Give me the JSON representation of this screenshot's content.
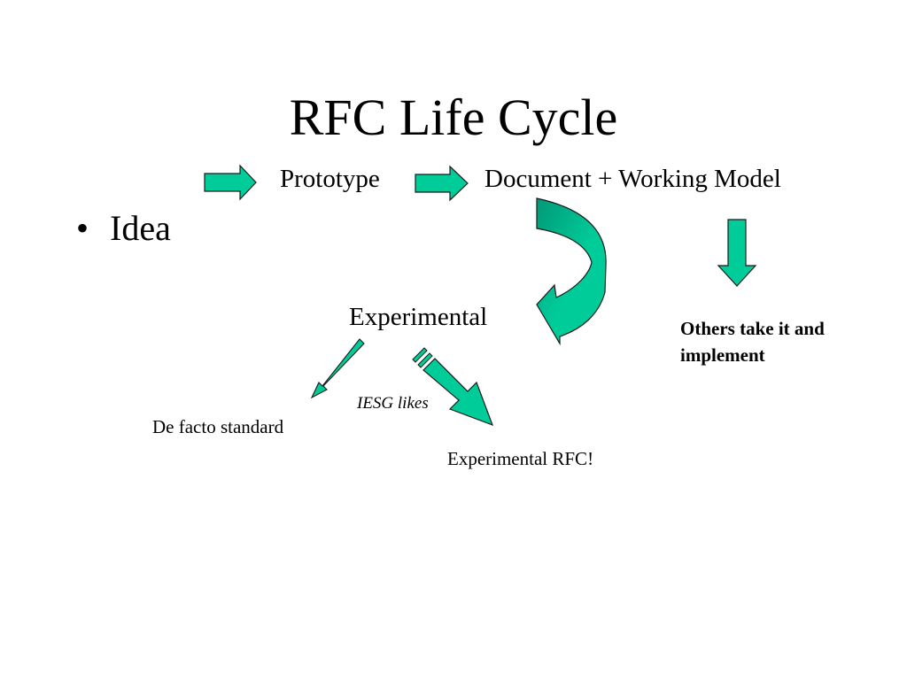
{
  "slide": {
    "title": "RFC Life Cycle",
    "bullet_symbol": "•",
    "bullet_text": "Idea"
  },
  "diagram": {
    "prototype": "Prototype",
    "document_model": "Document + Working Model",
    "experimental": "Experimental",
    "others_implement": "Others take it and implement",
    "iesg_likes": "IESG likes",
    "de_facto_standard": "De facto standard",
    "experimental_rfc": "Experimental RFC!"
  },
  "colors": {
    "arrow_fill": "#00cc99",
    "arrow_dark": "#009977",
    "arrow_stroke": "#1a1a1a"
  }
}
